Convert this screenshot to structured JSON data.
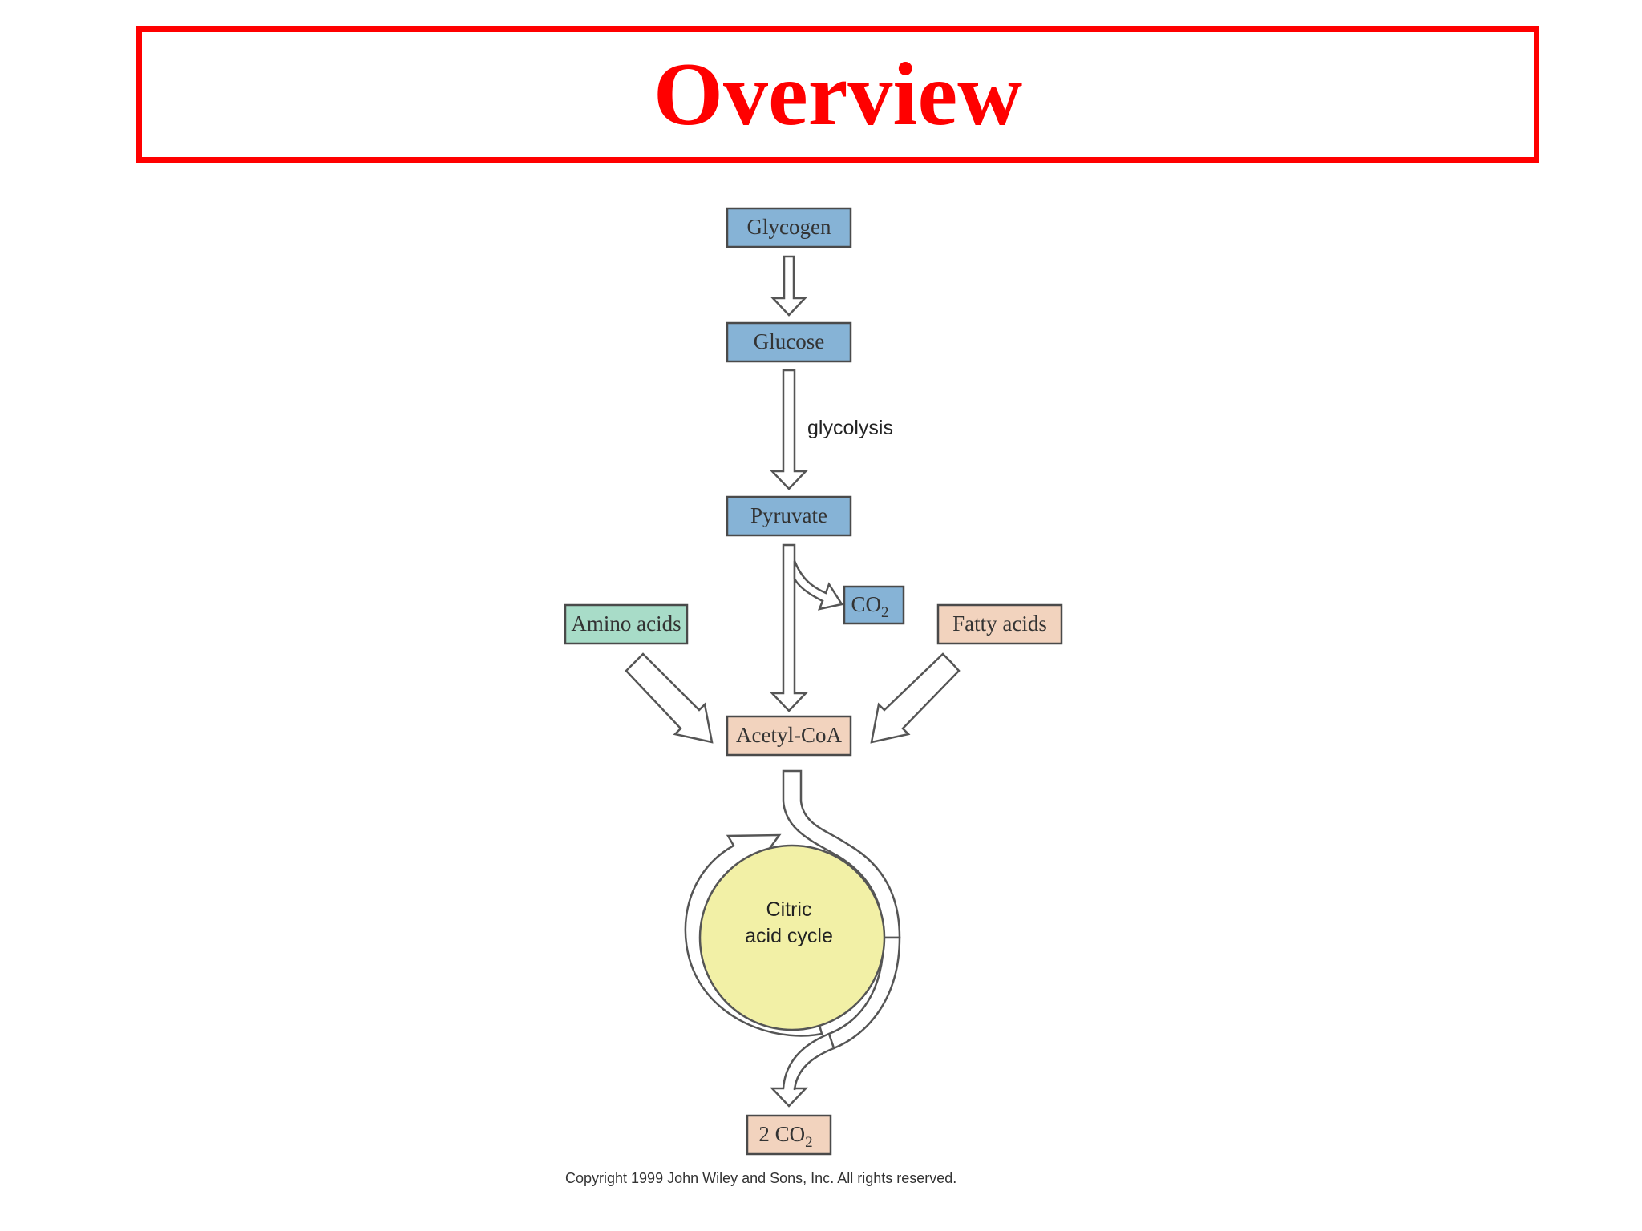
{
  "title": "Overview",
  "colors": {
    "title": "#ff0000",
    "carbohydrate_box": "#86b3d6",
    "amino_box": "#a8dcc8",
    "lipid_box": "#f2d3be",
    "cycle_fill": "#f2f0a6"
  },
  "nodes": {
    "glycogen": "Glycogen",
    "glucose": "Glucose",
    "pyruvate": "Pyruvate",
    "co2": "CO",
    "co2_sub": "2",
    "amino_acids": "Amino acids",
    "fatty_acids": "Fatty acids",
    "acetyl_coa": "Acetyl-CoA",
    "two_co2": "2 CO",
    "two_co2_sub": "2"
  },
  "labels": {
    "glycolysis": "glycolysis",
    "cycle_line1": "Citric",
    "cycle_line2": "acid cycle"
  },
  "copyright": "Copyright 1999 John Wiley and Sons, Inc. All rights reserved."
}
